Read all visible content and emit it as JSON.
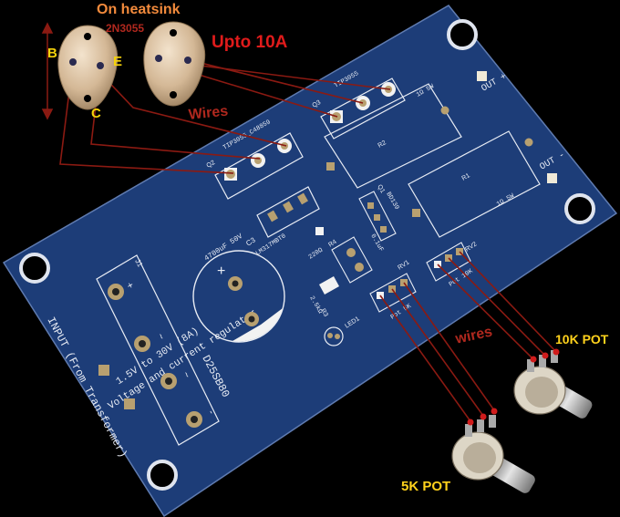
{
  "callouts": {
    "heatsink": "On heatsink",
    "transistor_part": "2N3055",
    "current": "Upto 10A",
    "wires_top": "Wires",
    "pin_b": "B",
    "pin_e": "E",
    "pin_c": "C",
    "wires_bottom": "wires",
    "pot_10k": "10K POT",
    "pot_5k": "5K POT"
  },
  "board": {
    "title_line1": "1.5V to 30V (8A)",
    "title_line2": "Voltage and current regulator",
    "input_label": "INPUT (From Transformer)",
    "bridge": "D25SB80",
    "capacitor": "4700uF 50V",
    "cap_ref": "C3",
    "q2_label": "TIP3055_C48859",
    "q3_label": "TIP3055",
    "q2_ref": "Q2",
    "q3_ref": "Q3",
    "r1": "R1",
    "r2": "R2",
    "r1_value": "1Ω 5W",
    "r2_value": "1Ω 5W",
    "out_plus": "OUT +",
    "out_minus": "OUT -",
    "q1": "Q1",
    "bd139": "BD139",
    "regulator": "LM317MBT0",
    "r4_value": "220Ω",
    "r4": "R4",
    "r3_value": "2.5kΩ",
    "r3": "R3",
    "led": "LED1",
    "c1_value": "0.1uF",
    "rv1": "RV1",
    "rv2": "RV2",
    "pot5k": "Pot 5K",
    "pot10k": "Pot 10K",
    "input_ref": "J1",
    "tilde": "~",
    "plus": "+",
    "minus": "-"
  }
}
